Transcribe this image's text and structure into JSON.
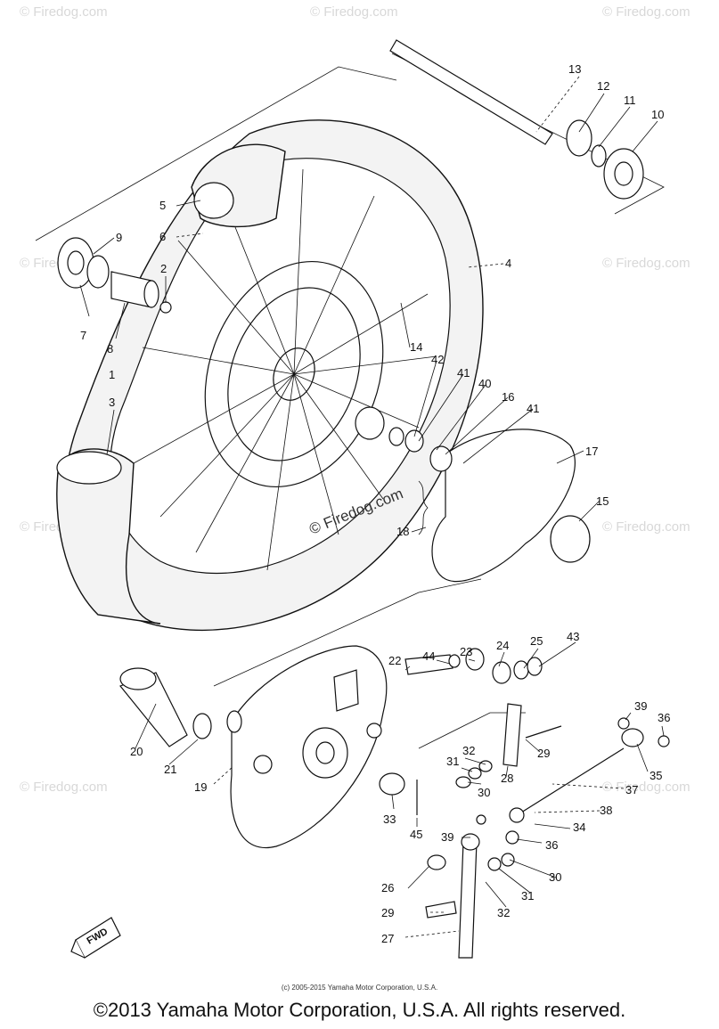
{
  "watermark": {
    "text": "© Firedog.com",
    "center_text": "© Firedog.com"
  },
  "callouts": {
    "c1": "1",
    "c2": "2",
    "c3": "3",
    "c4": "4",
    "c5": "5",
    "c6": "6",
    "c7": "7",
    "c8": "8",
    "c9": "9",
    "c10": "10",
    "c11": "11",
    "c12": "12",
    "c13": "13",
    "c14": "14",
    "c15": "15",
    "c16": "16",
    "c17": "17",
    "c18": "18",
    "c19": "19",
    "c20": "20",
    "c21": "21",
    "c22": "22",
    "c23": "23",
    "c24": "24",
    "c25": "25",
    "c26": "26",
    "c27": "27",
    "c28": "28",
    "c29a": "29",
    "c29b": "29",
    "c30a": "30",
    "c30b": "30",
    "c31a": "31",
    "c31b": "31",
    "c32a": "32",
    "c32b": "32",
    "c33": "33",
    "c34": "34",
    "c35": "35",
    "c36a": "36",
    "c36b": "36",
    "c37": "37",
    "c38": "38",
    "c39a": "39",
    "c39b": "39",
    "c40": "40",
    "c41a": "41",
    "c41b": "41",
    "c42": "42",
    "c43": "43",
    "c44": "44",
    "c45": "45"
  },
  "fwd_label": "FWD",
  "small_copyright": "(c) 2005-2015 Yamaha Motor Corporation, U.S.A.",
  "copyright": "©2013 Yamaha Motor Corporation, U.S.A. All rights reserved."
}
